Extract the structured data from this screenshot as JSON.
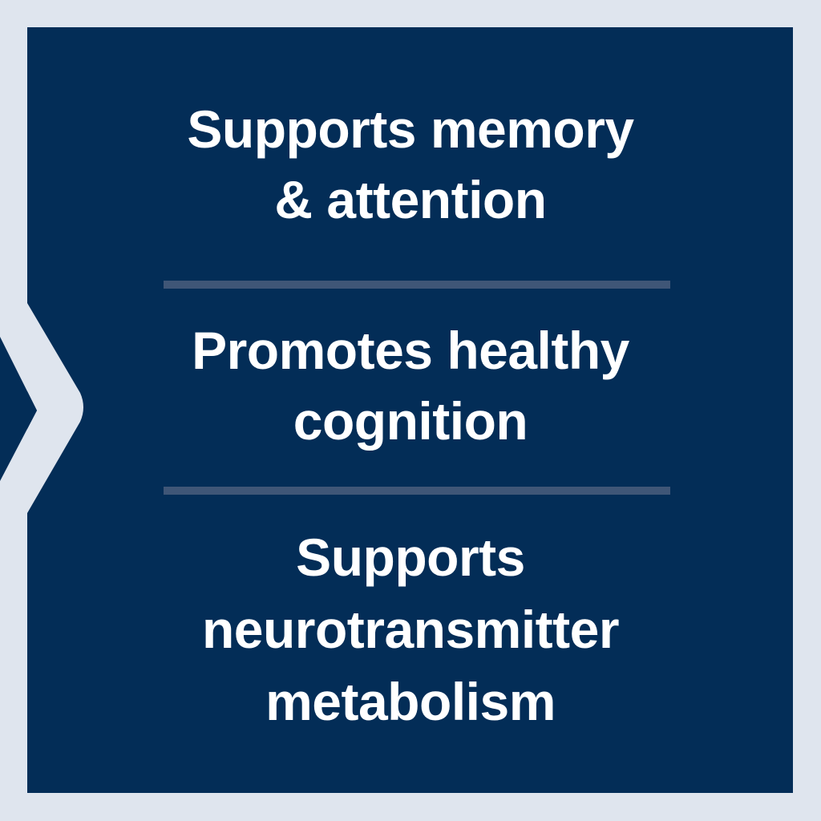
{
  "colors": {
    "background": "#dfe5ee",
    "panel": "#032d57",
    "divider": "#3f5677",
    "text": "#ffffff"
  },
  "benefits": [
    {
      "lines": [
        "Supports memory",
        "& attention"
      ]
    },
    {
      "lines": [
        "Promotes healthy",
        "cognition"
      ]
    },
    {
      "lines": [
        "Supports",
        "neurotransmitter",
        "metabolism"
      ]
    }
  ],
  "decor": {
    "left_arrow_icon": "chevron-right-icon"
  }
}
